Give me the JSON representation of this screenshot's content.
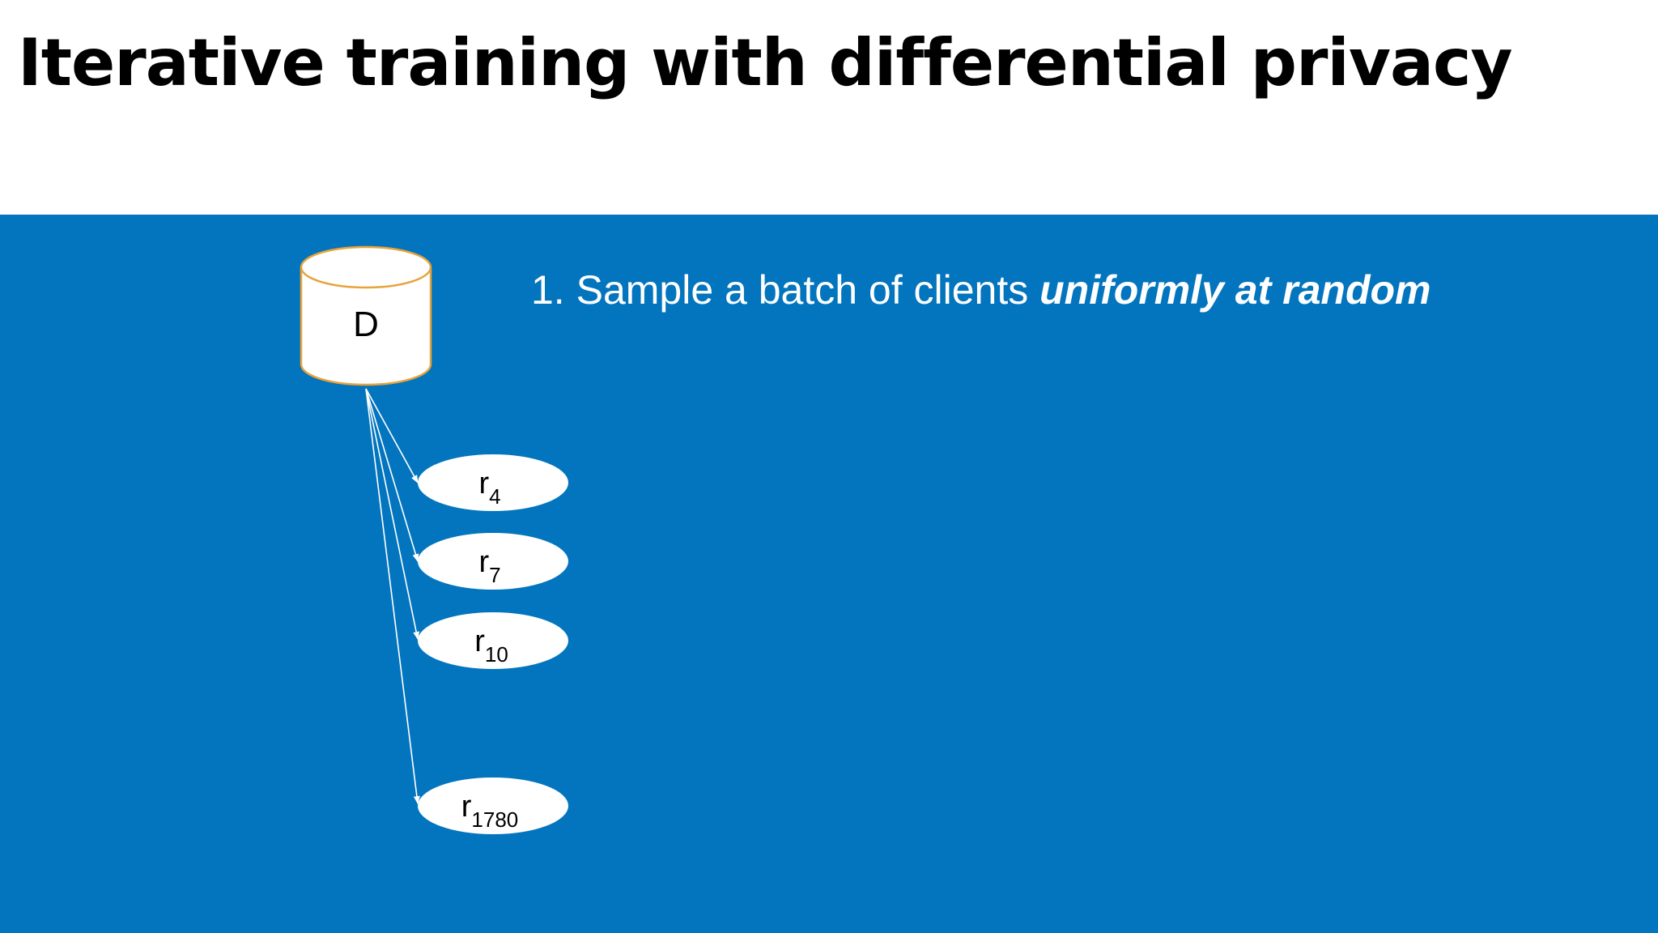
{
  "title": "Iterative training with differential privacy",
  "step": {
    "text": "1. Sample a batch of clients ",
    "emphasis": "uniformly at random"
  },
  "database": {
    "label": "D"
  },
  "clients": [
    {
      "base": "r",
      "sub": "4"
    },
    {
      "base": "r",
      "sub": "7"
    },
    {
      "base": "r",
      "sub": "10"
    },
    {
      "base": "r",
      "sub": "1780"
    }
  ],
  "colors": {
    "panel_background": "#0375be",
    "database_outline": "#e8a33a",
    "arrow": "#ffffff",
    "node_fill": "#ffffff"
  }
}
